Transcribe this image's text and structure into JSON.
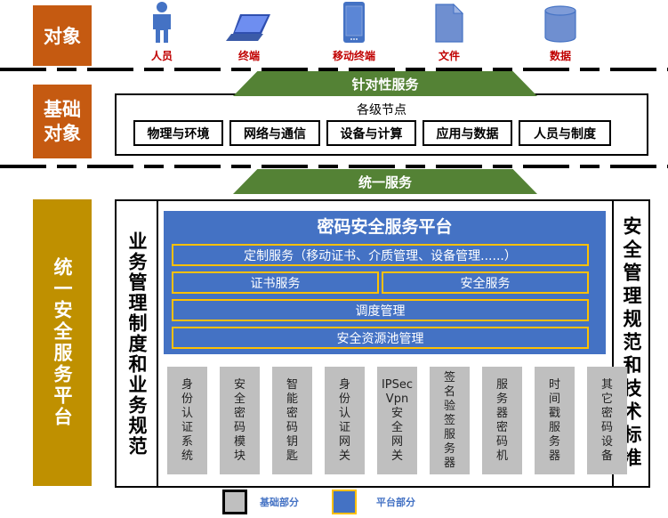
{
  "categories": {
    "objects": "对象",
    "base_objects": "基础对象",
    "unified_platform": "统一安全服务平台"
  },
  "objects": [
    {
      "label": "人员",
      "icon": "person-icon"
    },
    {
      "label": "终端",
      "icon": "laptop-icon"
    },
    {
      "label": "移动终端",
      "icon": "mobile-phone-icon"
    },
    {
      "label": "文件",
      "icon": "file-icon"
    },
    {
      "label": "数据",
      "icon": "database-icon"
    }
  ],
  "banners": {
    "targeted_service": "针对性服务",
    "unified_service": "统一服务"
  },
  "base_layer": {
    "title": "各级节点",
    "items": [
      "物理与环境",
      "网络与通信",
      "设备与计算",
      "应用与数据",
      "人员与制度"
    ]
  },
  "platform": {
    "left_column": "业务管理制度和业务规范",
    "right_column": "安全管理规范和技术标准",
    "title": "密码安全服务平台",
    "rows": [
      [
        "定制服务（移动证书、介质管理、设备管理......）"
      ],
      [
        "证书服务",
        "安全服务"
      ],
      [
        "调度管理"
      ],
      [
        "安全资源池管理"
      ]
    ],
    "devices": [
      "身\n份\n认\n证\n系\n统",
      "安\n全\n密\n码\n模\n块",
      "智\n能\n密\n码\n钥\n匙",
      "身\n份\n认\n证\n网\n关",
      "IPSec\nVpn\n安\n全\n网\n关",
      "签\n名\n验\n签\n服\n务\n器",
      "服\n务\n器\n密\n码\n机",
      "时\n间\n戳\n服\n务\n器",
      "其\n它\n密\n码\n设\n备"
    ]
  },
  "legend": [
    {
      "label": "基础部分",
      "swatch": "#BFBFBF",
      "border": "#000000"
    },
    {
      "label": "平台部分",
      "swatch": "#4472C4",
      "border": "#FFC000"
    }
  ],
  "colors": {
    "category_orange": "#C55A11",
    "category_gold": "#BF9000",
    "banner_green": "#548235",
    "platform_blue": "#4472C4",
    "row_border_yellow": "#FFC000",
    "device_gray": "#BFBFBF",
    "object_label_red": "#C00000",
    "icon_blue": "#4472C4"
  }
}
